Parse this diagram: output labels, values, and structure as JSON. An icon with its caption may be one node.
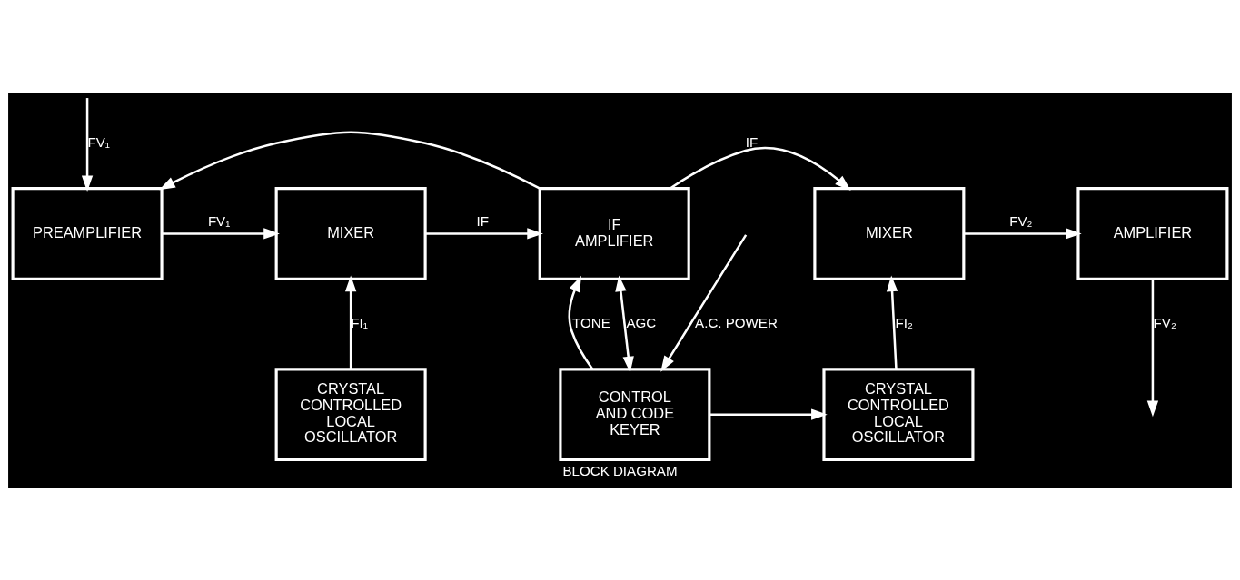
{
  "diagram": {
    "caption": "BLOCK DIAGRAM",
    "nodes": [
      {
        "text": [
          "PREAMPLIFIER"
        ]
      },
      {
        "text": [
          "MIXER"
        ]
      },
      {
        "text": [
          "IF AMPLIFIER"
        ]
      },
      {
        "text": [
          "MIXER"
        ]
      },
      {
        "text": [
          "AMPLIFIER"
        ]
      },
      {
        "text": [
          "CRYSTAL CONTROLLED LOCAL OSCILLATOR"
        ]
      },
      {
        "text": [
          "CONTROL AND CODE KEYER"
        ]
      },
      {
        "text": [
          "CRYSTAL CONTROLLED LOCAL OSCILLATOR"
        ]
      }
    ],
    "edges": [
      {
        "from": null,
        "to": 0,
        "arrow": "to",
        "label": "FV₁"
      },
      {
        "from": 0,
        "to": 1,
        "arrow": "to",
        "label": "FV₁"
      },
      {
        "from": 1,
        "to": 2,
        "arrow": "to",
        "label": "IF"
      },
      {
        "from": 2,
        "to": 3,
        "arrow": "to",
        "label": "IF"
      },
      {
        "from": 3,
        "to": 4,
        "arrow": "to",
        "label": "FV₂"
      },
      {
        "from": 4,
        "to": null,
        "arrow": "to",
        "label": "FV₂"
      },
      {
        "from": 5,
        "to": 1,
        "arrow": "to",
        "label": "FI₁"
      },
      {
        "from": 2,
        "to": 6,
        "arrow": "both",
        "label": "AGC"
      },
      {
        "from": 2,
        "to": 0,
        "arrow": "to"
      },
      {
        "from": 6,
        "to": 2,
        "arrow": "to",
        "label": "TONE"
      },
      {
        "from": 6,
        "to": 7,
        "arrow": "to"
      },
      {
        "from": 7,
        "to": 3,
        "arrow": "to",
        "label": "FI₂"
      },
      {
        "from": null,
        "to": 6,
        "arrow": "to",
        "label": "A.C. POWER"
      }
    ]
  }
}
